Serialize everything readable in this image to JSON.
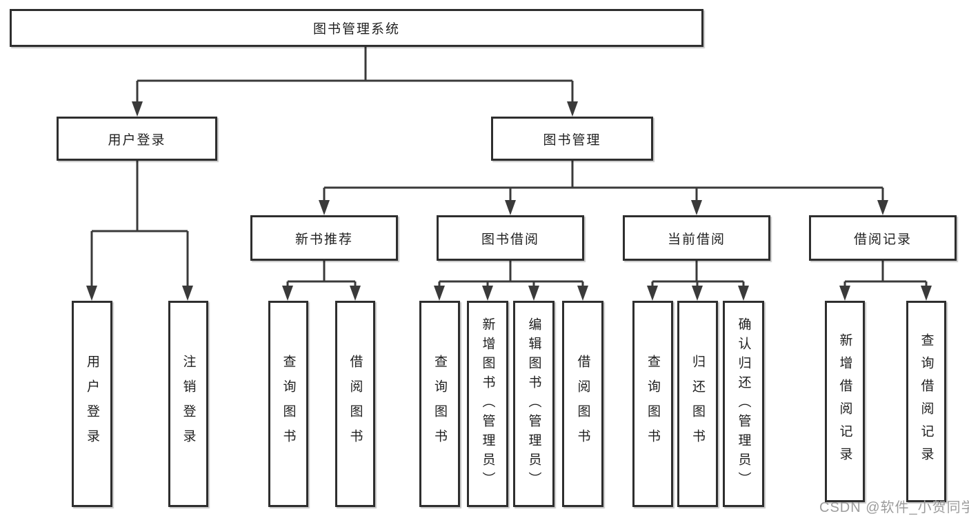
{
  "colors": {
    "line": "#3a3a3a",
    "border": "#2e2e2e",
    "text": "#1f1f1f",
    "background": "#ffffff",
    "watermark_color": "#9c9c9c"
  },
  "diagram": {
    "title": "图书管理系统",
    "branches": [
      {
        "label": "用户登录",
        "children": [
          {
            "label": "用户登录"
          },
          {
            "label": "注销登录"
          }
        ]
      },
      {
        "label": "图书管理",
        "children": [
          {
            "label": "新书推荐",
            "children": [
              {
                "label": "查询图书"
              },
              {
                "label": "借阅图书"
              }
            ]
          },
          {
            "label": "图书借阅",
            "children": [
              {
                "label": "查询图书"
              },
              {
                "label": "新增图书（管理员）"
              },
              {
                "label": "编辑图书（管理员）"
              },
              {
                "label": "借阅图书"
              }
            ]
          },
          {
            "label": "当前借阅",
            "children": [
              {
                "label": "查询图书"
              },
              {
                "label": "归还图书"
              },
              {
                "label": "确认归还（管理员）"
              }
            ]
          },
          {
            "label": "借阅记录",
            "children": [
              {
                "label": "新增借阅记录"
              },
              {
                "label": "查询借阅记录"
              }
            ]
          }
        ]
      }
    ]
  },
  "watermark": {
    "text": "CSDN @软件_小贺同学"
  }
}
